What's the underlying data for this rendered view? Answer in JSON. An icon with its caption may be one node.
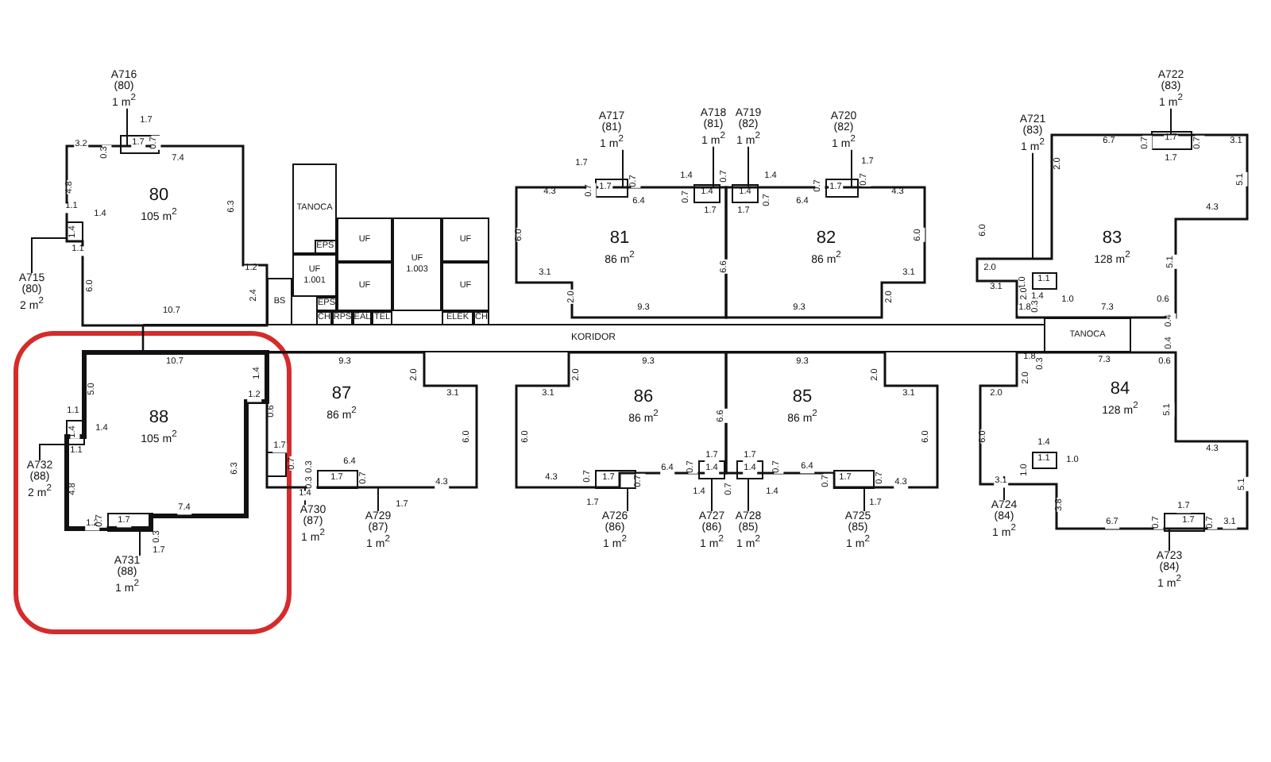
{
  "diagram": {
    "nodes": [
      {
        "text": [
          "80",
          "105 m$^{2}$"
        ]
      },
      {
        "text": [
          "TANOCA"
        ]
      },
      {
        "text": [
          "UF",
          "1.001"
        ]
      },
      {
        "text": [
          "UF"
        ]
      },
      {
        "text": [
          "UF"
        ]
      },
      {
        "text": [
          "UF",
          "1.003"
        ]
      },
      {
        "text": [
          "UF"
        ]
      },
      {
        "text": [
          "UF"
        ]
      },
      {
        "text": [
          "BS"
        ]
      },
      {
        "text": [
          "EPS"
        ],
        "in": 1
      },
      {
        "text": [
          "EPS"
        ]
      },
      {
        "text": [
          "CH"
        ]
      },
      {
        "text": [
          "RPS"
        ]
      },
      {
        "text": [
          "EAL"
        ]
      },
      {
        "text": [
          "TEL"
        ]
      },
      {
        "text": [
          "ELEK"
        ]
      },
      {
        "text": [
          "CH"
        ]
      },
      {
        "text": [
          "81",
          "86 m$^{2}$"
        ]
      },
      {
        "text": [
          "82",
          "86 m$^{2}$"
        ]
      },
      {
        "text": [
          "83",
          "128 m$^{2}$"
        ]
      },
      {
        "text": [
          "KORIDOR"
        ]
      },
      {
        "text": [
          "TANOCA"
        ]
      },
      {
        "text": [
          "88",
          "105 m$^{2}$"
        ]
      },
      {
        "text": [
          "87",
          "86 m$^{2}$"
        ]
      },
      {
        "text": [
          "86",
          "86 m$^{2}$"
        ]
      },
      {
        "text": [
          "85",
          "86 m$^{2}$"
        ]
      },
      {
        "text": [
          "84",
          "128 m$^{2}$"
        ]
      },
      {
        "text": [
          "A716",
          "(80)",
          "1 m$^{2}$"
        ]
      },
      {
        "text": [
          "A715",
          "(80)",
          "2 m$^{2}$"
        ]
      },
      {
        "text": [
          "A717",
          "(81)",
          "1 m$^{2}$"
        ]
      },
      {
        "text": [
          "A718",
          "(81)",
          "1 m$^{2}$"
        ]
      },
      {
        "text": [
          "A719",
          "(82)",
          "1 m$^{2}$"
        ]
      },
      {
        "text": [
          "A720",
          "(82)",
          "1 m$^{2}$"
        ]
      },
      {
        "text": [
          "A721",
          "(83)",
          "1 m$^{2}$"
        ]
      },
      {
        "text": [
          "A722",
          "(83)",
          "1 m$^{2}$"
        ]
      },
      {
        "text": [
          "A732",
          "(88)",
          "2 m$^{2}$"
        ]
      },
      {
        "text": [
          "A731",
          "(88)",
          "1 m$^{2}$"
        ]
      },
      {
        "text": [
          "A730",
          "(87)",
          "1 m$^{2}$"
        ]
      },
      {
        "text": [
          "A729",
          "(87)",
          "1 m$^{2}$"
        ]
      },
      {
        "text": [
          "A726",
          "(86)",
          "1 m$^{2}$"
        ]
      },
      {
        "text": [
          "A727",
          "(86)",
          "1 m$^{2}$"
        ]
      },
      {
        "text": [
          "A728",
          "(85)",
          "1 m$^{2}$"
        ]
      },
      {
        "text": [
          "A725",
          "(85)",
          "1 m$^{2}$"
        ]
      },
      {
        "text": [
          "A724",
          "(84)",
          "1 m$^{2}$"
        ]
      },
      {
        "text": [
          "A723",
          "(84)",
          "1 m$^{2}$"
        ]
      }
    ],
    "edges": [
      {
        "from": 27,
        "to": 0,
        "arrow": "none"
      },
      {
        "from": 28,
        "to": 0,
        "arrow": "none"
      },
      {
        "from": 29,
        "to": 17,
        "arrow": "none"
      },
      {
        "from": 30,
        "to": 17,
        "arrow": "none"
      },
      {
        "from": 31,
        "to": 18,
        "arrow": "none"
      },
      {
        "from": 32,
        "to": 18,
        "arrow": "none"
      },
      {
        "from": 33,
        "to": 19,
        "arrow": "none"
      },
      {
        "from": 34,
        "to": 19,
        "arrow": "none"
      },
      {
        "from": 35,
        "to": 22,
        "arrow": "none"
      },
      {
        "from": 36,
        "to": 22,
        "arrow": "none"
      },
      {
        "from": 37,
        "to": 23,
        "arrow": "none"
      },
      {
        "from": 38,
        "to": 23,
        "arrow": "none"
      },
      {
        "from": 39,
        "to": 24,
        "arrow": "none"
      },
      {
        "from": 40,
        "to": 24,
        "arrow": "none"
      },
      {
        "from": 41,
        "to": 25,
        "arrow": "none"
      },
      {
        "from": 42,
        "to": 25,
        "arrow": "none"
      },
      {
        "from": 43,
        "to": 26,
        "arrow": "none"
      },
      {
        "from": 44,
        "to": 26,
        "arrow": "none"
      }
    ],
    "labels": [
      "1.7",
      "3.2",
      "0.3",
      "1.7",
      "0.7",
      "7.4",
      "4.8",
      "6.3",
      "1.1",
      "1.4",
      "1.4",
      "1.1",
      "6.0",
      "1.2",
      "2.4",
      "10.7",
      "1.7",
      "4.3",
      "0.7",
      "1.7",
      "0.7",
      "1.4",
      "0.7",
      "1.4",
      "1.4",
      "1.4",
      "0.7",
      "0.7",
      "1.7",
      "1.7",
      "6.4",
      "6.4",
      "0.7",
      "1.7",
      "0.7",
      "4.3",
      "1.7",
      "6.0",
      "6.6",
      "6.0",
      "3.1",
      "3.1",
      "2.0",
      "2.0",
      "9.3",
      "9.3",
      "2.0",
      "6.7",
      "0.7",
      "1.7",
      "0.7",
      "1.7",
      "3.1",
      "5.1",
      "3.1",
      "1.0",
      "1.1",
      "1.4",
      "1.0",
      "4.3",
      "6.0",
      "5.1",
      "2.0",
      "2.0",
      "1.8",
      "0.3",
      "7.3",
      "0.6",
      "0.4",
      "0.4",
      "10.7",
      "5.0",
      "1.4",
      "1.2",
      "0.6",
      "1.1",
      "1.4",
      "1.4",
      "1.1",
      "4.8",
      "6.3",
      "1.2",
      "0.7",
      "1.7",
      "7.4",
      "0.3",
      "1.7",
      "1.7",
      "0.7",
      "0.3",
      "1.4",
      "9.3",
      "2.0",
      "3.1",
      "6.0",
      "6.4",
      "0.3",
      "1.7",
      "0.7",
      "4.3",
      "1.7",
      "9.3",
      "2.0",
      "3.1",
      "6.0",
      "6.6",
      "4.3",
      "0.7",
      "1.7",
      "0.7",
      "6.4",
      "1.7",
      "0.7",
      "1.7",
      "1.7",
      "1.4",
      "1.4",
      "0.7",
      "0.7",
      "1.4",
      "1.4",
      "9.3",
      "2.0",
      "3.1",
      "6.0",
      "6.4",
      "0.7",
      "1.7",
      "0.7",
      "4.3",
      "1.7",
      "1.8",
      "0.3",
      "2.0",
      "7.3",
      "0.6",
      "2.0",
      "5.1",
      "6.0",
      "4.3",
      "1.4",
      "1.0",
      "1.0",
      "1.1",
      "3.1",
      "3.8",
      "5.1",
      "1.7",
      "6.7",
      "0.7",
      "1.7",
      "0.7",
      "3.1"
    ]
  }
}
